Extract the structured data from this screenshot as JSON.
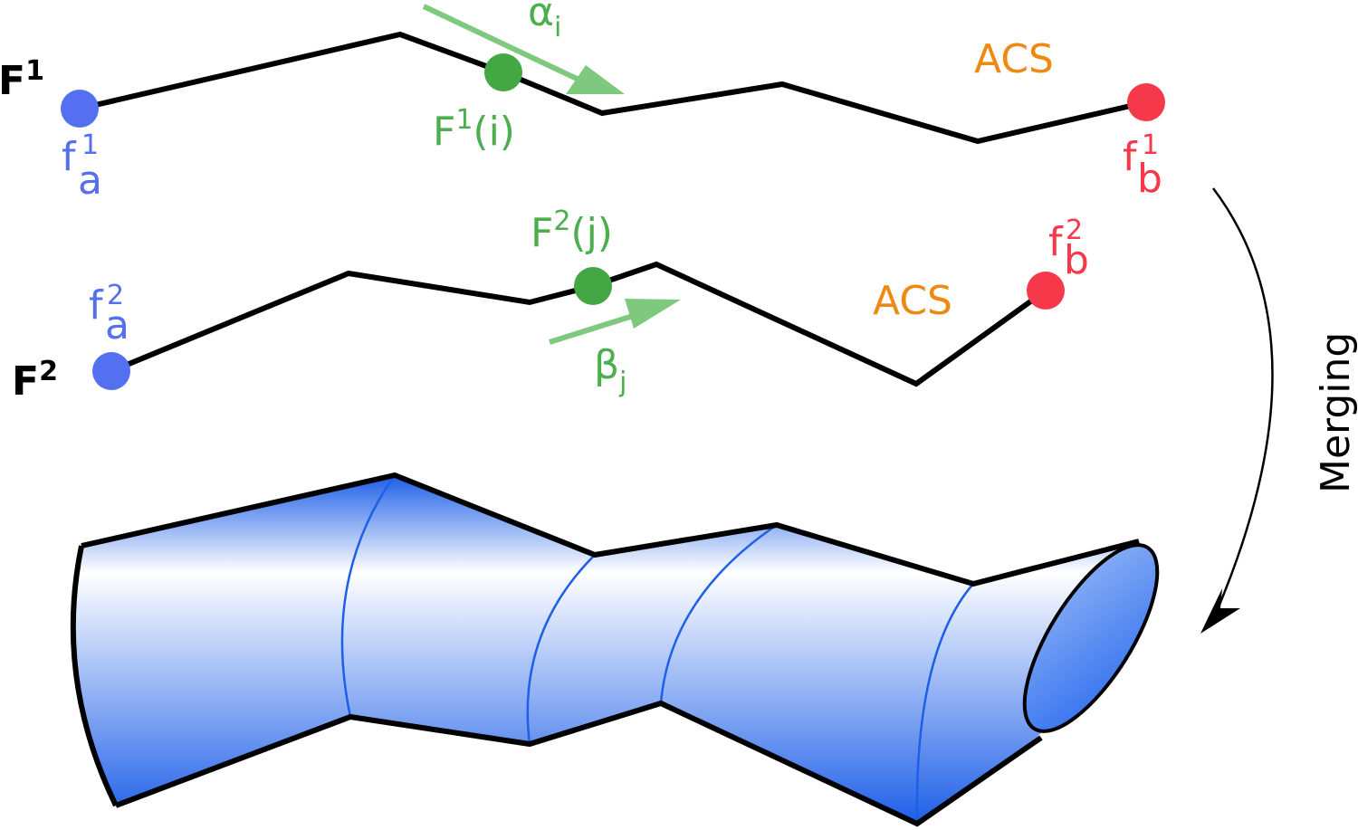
{
  "colors": {
    "endpoint_a": "#5470f0",
    "endpoint_b": "#f5394a",
    "mid_point": "#43a843",
    "label_green": "#4cae4c",
    "arrow_green": "#7fc97f",
    "acs_orange": "#ee8a12",
    "line_black": "#000000",
    "tube_blue": "#1d5fe8",
    "tube_highlight": "#ffffff"
  },
  "curve1": {
    "name": "F",
    "superscript": "1",
    "start_label": "f",
    "start_sub": "a",
    "start_sup": "1",
    "end_label": "f",
    "end_sub": "b",
    "end_sup": "1",
    "mid_label": "F",
    "mid_sup": "1",
    "mid_arg": "(i)",
    "direction_label": "α",
    "direction_sub": "i",
    "acs_label": "ACS"
  },
  "curve2": {
    "name": "F",
    "superscript": "2",
    "start_label": "f",
    "start_sub": "a",
    "start_sup": "2",
    "end_label": "f",
    "end_sub": "b",
    "end_sup": "2",
    "mid_label": "F",
    "mid_sup": "2",
    "mid_arg": "(j)",
    "direction_label": "β",
    "direction_sub": "j",
    "acs_label": "ACS"
  },
  "merge_label": "Merging"
}
